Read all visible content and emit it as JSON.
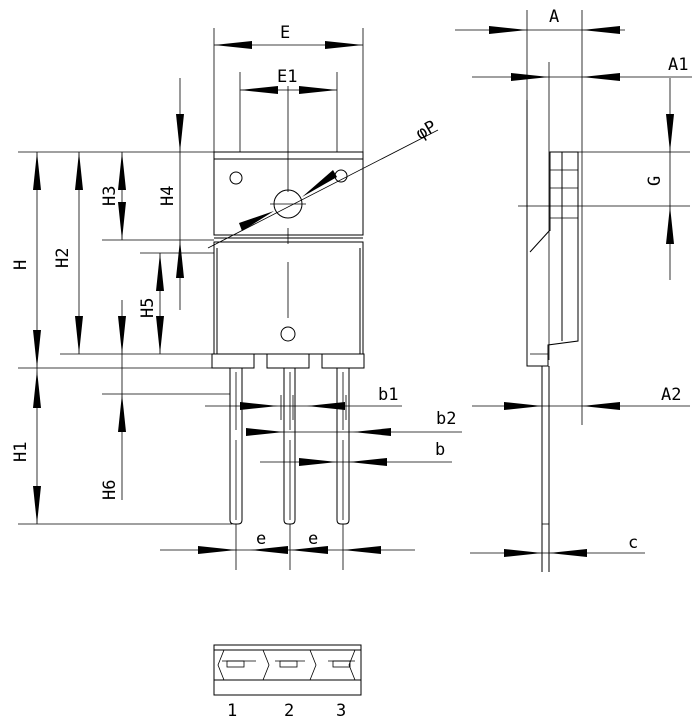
{
  "labels": {
    "E": "E",
    "E1": "E1",
    "phiP": "φP",
    "H": "H",
    "H1": "H1",
    "H2": "H2",
    "H3": "H3",
    "H4": "H4",
    "H5": "H5",
    "H6": "H6",
    "A": "A",
    "A1": "A1",
    "A2": "A2",
    "G": "G",
    "b": "b",
    "b1": "b1",
    "b2": "b2",
    "e_left": "e",
    "e_right": "e",
    "c": "c"
  },
  "pins": [
    "1",
    "2",
    "3"
  ],
  "colors": {
    "ink": "#000000",
    "background": "#ffffff"
  }
}
